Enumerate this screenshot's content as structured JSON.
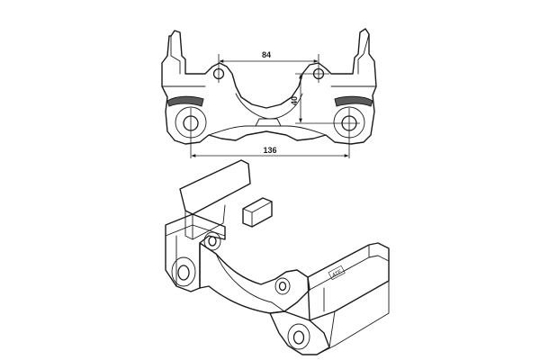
{
  "dimensions": {
    "hole_spacing_top": "84",
    "vertical_offset": "40",
    "overall_width": "136"
  },
  "stamp": {
    "text": "ATE"
  },
  "colors": {
    "line": "#1a1a1a",
    "pad_shade": "#5a5a5a",
    "background": "#ffffff"
  }
}
